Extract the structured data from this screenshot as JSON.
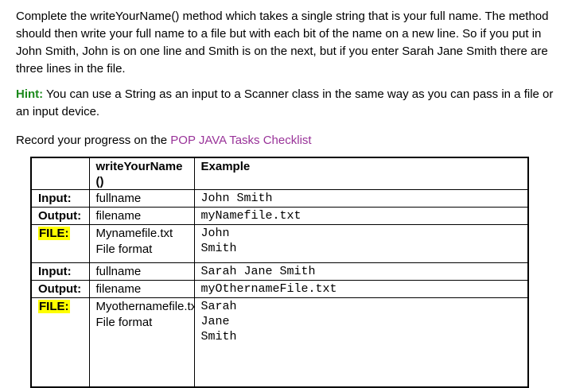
{
  "paragraph1": "Complete the writeYourName() method which takes a single string that is your full name.  The method should then write your full name to a file but with each bit of the name on a new line.  So if you put in John Smith, John is on one line and Smith is on the next, but if you enter Sarah Jane Smith there are three lines in the file.",
  "hint": {
    "label": "Hint:",
    "text": " You can use a String as an input to a Scanner class in the same way as you can pass in a file or an input device.",
    "label_color": "#1c8a1c"
  },
  "progress": {
    "prefix": "Record your progress on the ",
    "link_text": "POP JAVA Tasks Checklist",
    "link_color": "#993399"
  },
  "table": {
    "highlight_color": "#ffff00",
    "header": {
      "col1": "",
      "col2": "writeYourName ()",
      "col3": "Example"
    },
    "rows": [
      {
        "label": "Input:",
        "highlight": false,
        "desc": [
          "fullname"
        ],
        "example": [
          "John Smith"
        ]
      },
      {
        "label": "Output:",
        "highlight": false,
        "desc": [
          "filename"
        ],
        "example": [
          "myNamefile.txt"
        ]
      },
      {
        "label": "FILE:",
        "highlight": true,
        "desc": [
          "Mynamefile.txt",
          "File format"
        ],
        "example": [
          "John",
          "Smith"
        ]
      },
      {
        "label": "Input:",
        "highlight": false,
        "desc": [
          "fullname"
        ],
        "example": [
          "Sarah Jane Smith"
        ]
      },
      {
        "label": "Output:",
        "highlight": false,
        "desc": [
          "filename"
        ],
        "example": [
          "myOthernameFile.txt"
        ]
      },
      {
        "label": "FILE:",
        "highlight": true,
        "desc": [
          "Myothernamefile.txt",
          "File format"
        ],
        "example": [
          "Sarah",
          "Jane",
          "Smith"
        ]
      }
    ]
  }
}
